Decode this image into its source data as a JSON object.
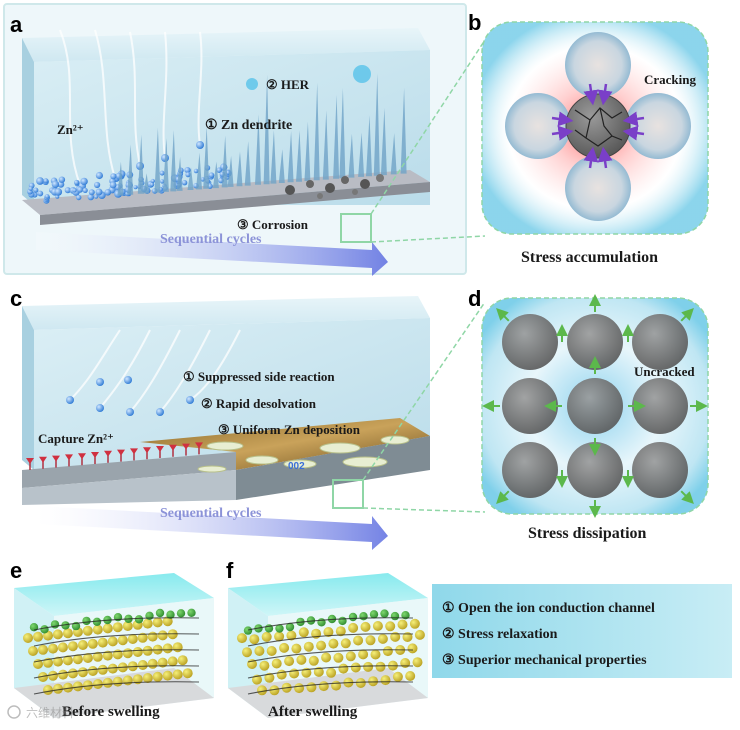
{
  "panels": {
    "a": {
      "letter": "a",
      "zn_ion": "Zn²⁺",
      "her": "② HER",
      "dendrite": "① Zn dendrite",
      "corrosion": "③ Corrosion",
      "cycles": "Sequential cycles"
    },
    "b": {
      "letter": "b",
      "cracking": "Cracking",
      "caption": "Stress accumulation"
    },
    "c": {
      "letter": "c",
      "capture": "Capture Zn²⁺",
      "item1": "① Suppressed side reaction",
      "item2": "② Rapid desolvation",
      "item3": "③ Uniform Zn deposition",
      "facet": "002",
      "cycles": "Sequential cycles"
    },
    "d": {
      "letter": "d",
      "uncracked": "Uncracked",
      "caption": "Stress dissipation"
    },
    "e": {
      "letter": "e",
      "caption": "Before swelling"
    },
    "f": {
      "letter": "f",
      "caption": "After swelling"
    },
    "summary": {
      "items": [
        "① Open the ion conduction channel",
        "② Stress relaxation",
        "③ Superior mechanical properties"
      ]
    }
  },
  "watermark": "六维材料",
  "colors": {
    "box_fill": "#bfe0ec",
    "frame_green": "#8fd6a6",
    "ion_blue": "#3d8ee0",
    "substrate_gray": "#9a9ea8",
    "stress_red": "#e05050",
    "arrow_green": "#5cb84c",
    "arrow_purple": "#7a3fc8",
    "cycle_arrow": "#6f7de0",
    "summary_box": "#9fdcea"
  },
  "icons": [
    "zn-ion-icon",
    "hydrogen-bubble-icon",
    "zn-dendrite-icon",
    "corrosion-pit-icon",
    "particle-icon",
    "stress-arrow-icon",
    "capture-site-icon",
    "gel-cube-icon",
    "watermark-logo-icon"
  ]
}
